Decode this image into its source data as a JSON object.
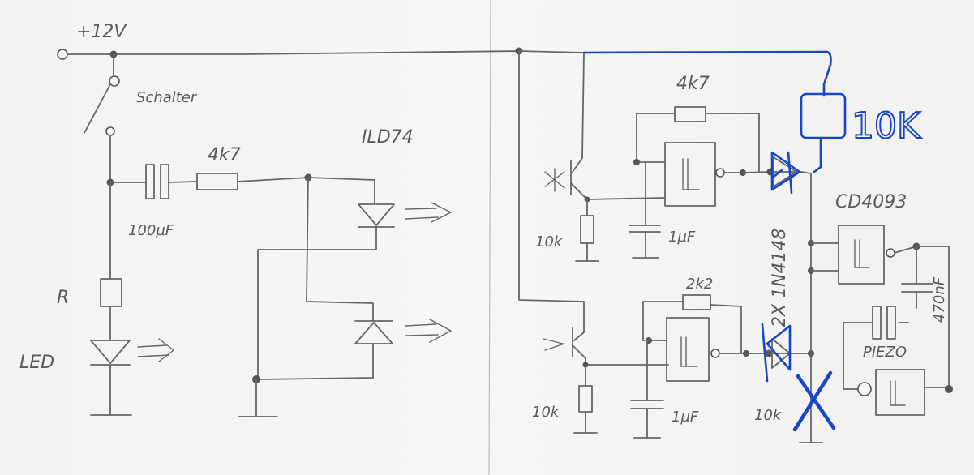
{
  "labels": {
    "supply": "+12V",
    "switch": "Schalter",
    "optocoupler": "ILD74",
    "r_4k7_left": "4k7",
    "c_100uf": "100µF",
    "resistor_r": "R",
    "led": "LED",
    "r_4k7_top": "4k7",
    "r_10k_top": "10k",
    "c_1uf_top": "1µF",
    "r_2k2": "2k2",
    "r_10k_bottom": "10k",
    "c_1uf_bottom": "1µF",
    "r_10k_right": "10k",
    "diodes": "2X 1N4148",
    "ic": "CD4093",
    "c_470nf": "470nF",
    "piezo": "PIEZO",
    "r_10k_blue": "10K"
  },
  "colors": {
    "pencil": "#666666",
    "annotation": "#1846c6"
  }
}
